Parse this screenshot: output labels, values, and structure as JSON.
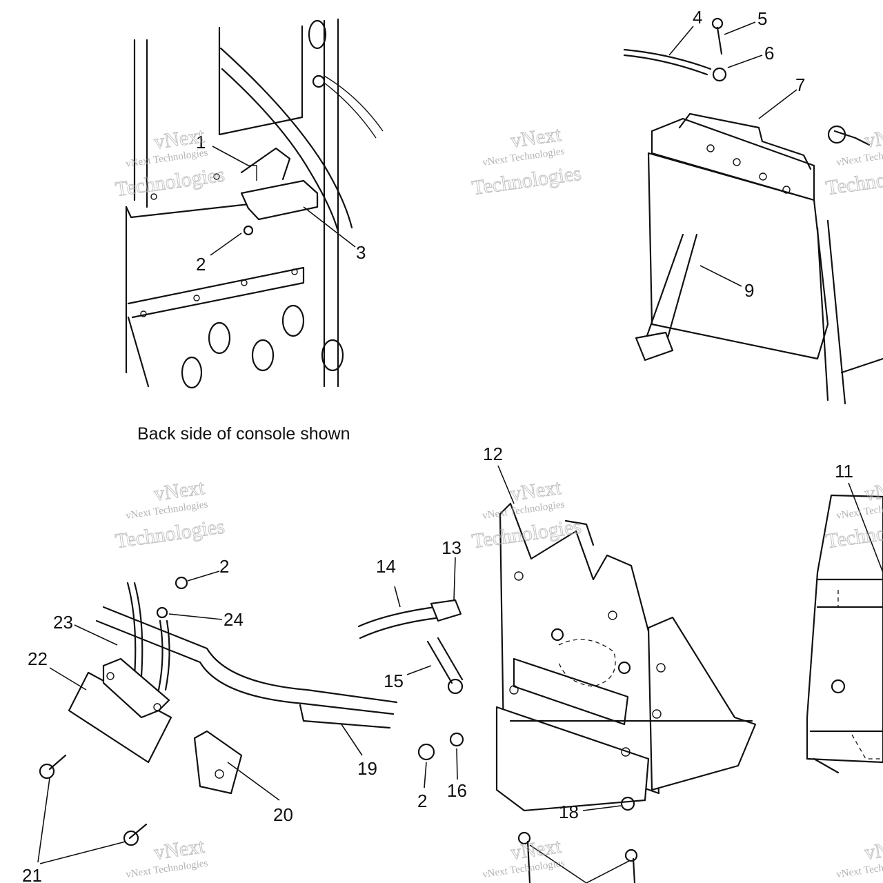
{
  "caption": "Back side of console shown",
  "watermark": {
    "line1": "vNext Technologies",
    "line2": "vNext",
    "line3": "Technologies"
  },
  "callouts": [
    "1",
    "2",
    "3",
    "4",
    "5",
    "6",
    "7",
    "9",
    "2",
    "24",
    "23",
    "22",
    "19",
    "20",
    "21",
    "14",
    "13",
    "15",
    "2",
    "16",
    "12",
    "18",
    "11"
  ]
}
